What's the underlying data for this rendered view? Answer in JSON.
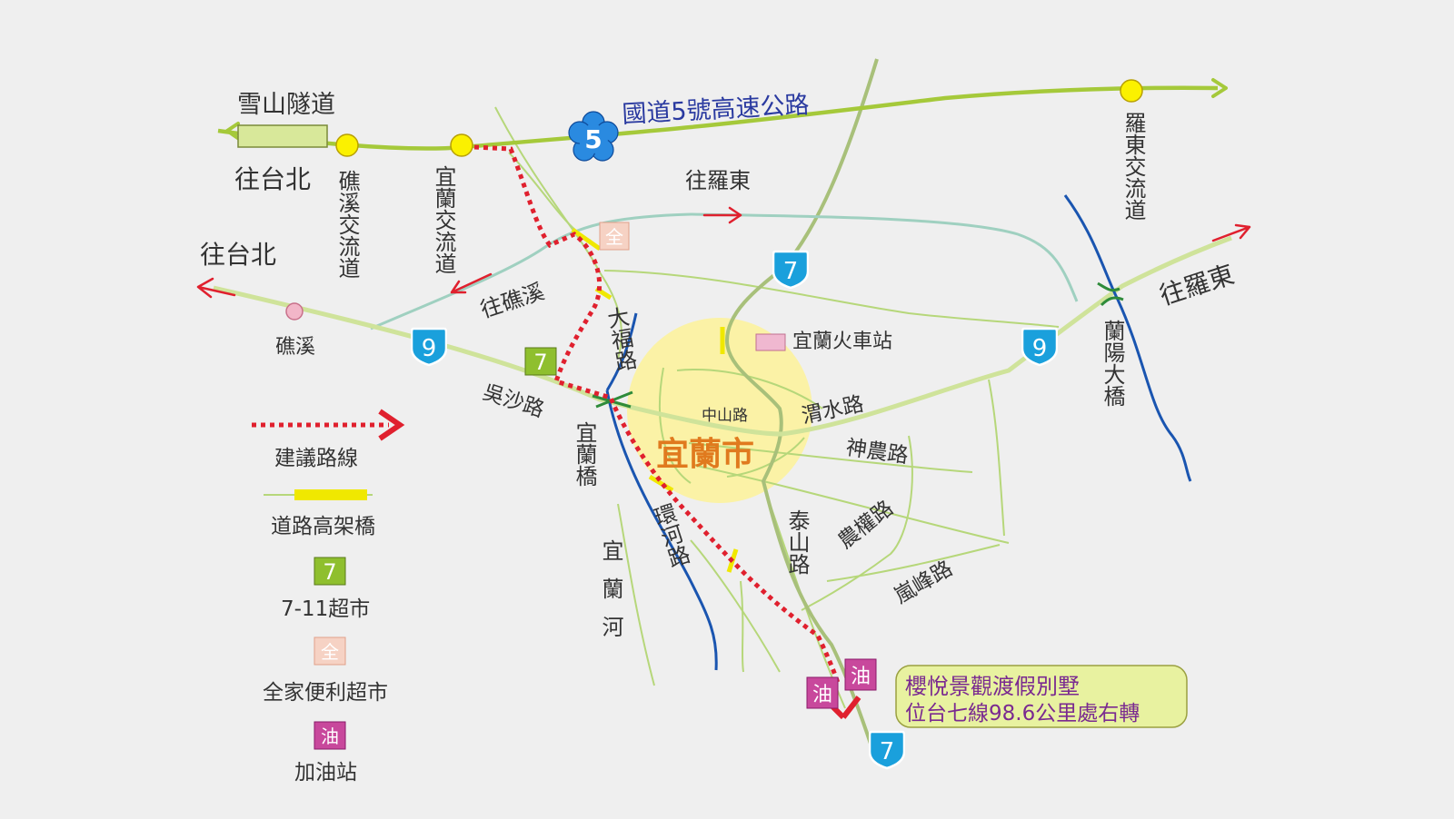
{
  "colors": {
    "background": "#efefef",
    "highway": "#a5c93a",
    "road_green": "#b6d77a",
    "road_teal": "#9fd0c0",
    "route9": "#cfe39a",
    "route7": "#a8c07a",
    "suggested_route": "#e0202e",
    "river": "#1a55b0",
    "city_glow": "#fbf2a6",
    "overpass": "#f0e800",
    "bridge": "#2e8b3a",
    "shield": "#1aa0dc",
    "store_711": "#8fbf2e",
    "store_family": "#f6d2c4",
    "gas_station": "#c8489c",
    "city_label": "#e07a1e",
    "expressway_label": "#2a3aa0",
    "destination_box": "#e8f2a0",
    "destination_text": "#7a2a90"
  },
  "highway": {
    "label": "國道5號高速公路",
    "shield": "5"
  },
  "places": {
    "snow_tunnel": "雪山隧道",
    "to_taipei_top": "往台北",
    "to_taipei_left": "往台北",
    "jiaoxi_interchange": "礁溪交流道",
    "yilan_interchange": "宜蘭交流道",
    "luodong_interchange": "羅東交流道",
    "to_luodong_top": "往羅東",
    "to_luodong_right": "往羅東",
    "to_jiaoxi": "往礁溪",
    "jiaoxi": "礁溪",
    "city": "宜蘭市",
    "train_station": "宜蘭火車站",
    "lanyang_bridge": "蘭陽大橋",
    "yilan_bridge": "宜蘭橋",
    "yilan_river": "宜蘭河"
  },
  "roads": {
    "dafu": "大福路",
    "wusha": "吳沙路",
    "zhongshan": "中山路",
    "weishui": "渭水路",
    "shennong": "神農路",
    "nongquan": "農權路",
    "taishan": "泰山路",
    "lanfeng": "嵐峰路",
    "huanhe": "環河路"
  },
  "shields": {
    "route7": "7",
    "route9": "9"
  },
  "stores": {
    "seven_eleven": "7",
    "family_mart": "全",
    "gas": "油"
  },
  "legend": {
    "suggested_route": "建議路線",
    "overpass": "道路高架橋",
    "seven_eleven_icon": "7",
    "seven_eleven": "7-11超市",
    "family_mart_icon": "全",
    "family_mart": "全家便利超市",
    "gas_icon": "油",
    "gas_station": "加油站"
  },
  "destination": {
    "name": "櫻悅景觀渡假別墅",
    "directions": "位台七線98.6公里處右轉"
  }
}
